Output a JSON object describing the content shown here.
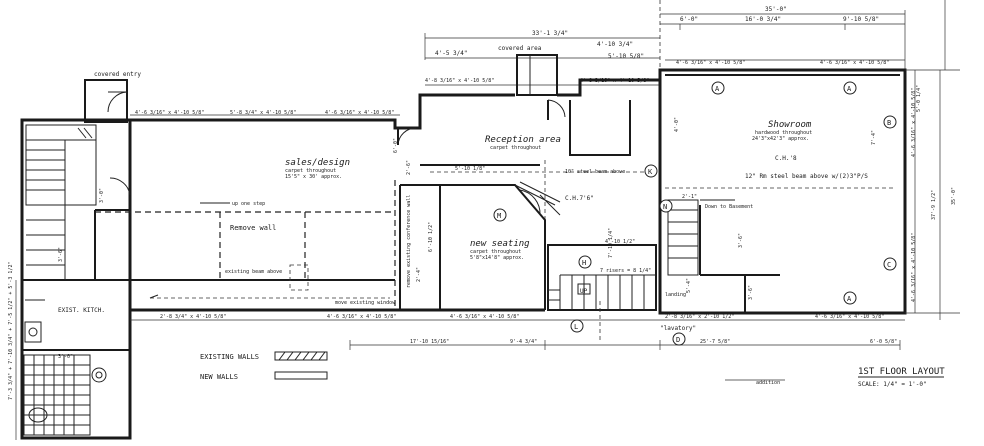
{
  "title": {
    "main": "1ST FLOOR LAYOUT",
    "scale": "SCALE: 1/4\" = 1'-0\""
  },
  "legend": {
    "existing": "EXISTING WALLS",
    "new": "NEW WALLS"
  },
  "rooms": {
    "showroom": "Showroom",
    "showroom_sub1": "hardwood throughout",
    "showroom_sub2": "24'3\"x42'3\" approx.",
    "reception": "Reception area",
    "reception_sub": "carpet throughout",
    "sales": "sales/design",
    "sales_sub1": "carpet throughout",
    "sales_sub2": "15'5\" x 30' approx.",
    "seating": "new seating",
    "seating_sub1": "carpet throughout",
    "seating_sub2": "5'8\"x14'8\" approx.",
    "covered_entry": "covered entry",
    "covered_area": "covered area",
    "kitchen": "EXIST. KITCH.",
    "lavatory": "\"lavatory\""
  },
  "notes": {
    "remove_wall": "Remove wall",
    "up_one_step": "up one step",
    "existing_beam": "existing beam above",
    "move_window": "move existing window",
    "down_basement": "Down to Basement",
    "steel_beam": "12\" Rm steel beam above w/(2)3\"P/S",
    "steel_beam_small": "10\" steel beam above",
    "risers": "7 risers = 8 1/4\"",
    "landing": "landing",
    "addition": "addition",
    "remove_existing": "remove existing conference wall",
    "clh_showroom": "C.H.'8",
    "clh_reception": "C.H.7'6\"",
    "up": "UP"
  },
  "markers": {
    "a": "A",
    "b": "B",
    "c": "C",
    "d": "D",
    "h": "H",
    "k": "K",
    "l": "L",
    "m": "M",
    "n": "N"
  },
  "dimensions": {
    "overall_top": "35'-0\"",
    "top_left": "6'-0\"",
    "top_mid": "16'-0 3/4\"",
    "top_right": "9'-10 5/8\"",
    "reception_top": "33'-1 3/4\"",
    "covered": "5'-10 5/8\"",
    "win1": "4'-5 3/4\"",
    "win2": "4'-10 3/4\"",
    "win3": "4'-8 3/16\" x 4'-10 5/8\"",
    "win4": "4'-8 3/16\" x 4'-10 5/8\"",
    "win5": "4'-6 3/16\" x 4'-10 5/8\"",
    "win6": "4'-6 3/16\" x 4'-10 5/8\"",
    "sales_w1": "4'-6 3/16\" x 4'-10 5/8\"",
    "sales_w2": "5'-8 3/4\" x 4'-10 5/8\"",
    "sales_w3": "4'-6 3/16\" x 4'-10 5/8\"",
    "bottom1": "2'-8 3/4\" x 4'-10 5/8\"",
    "bottom2": "4'-6 3/16\" x 4'-10 5/8\"",
    "bottom3": "4'-6 3/16\" x 4'-10 5/8\"",
    "bottom4": "2'-8 3/16\" x 2'-10 1/2\"",
    "bottom5": "4'-6 3/16\" x 4'-10 5/8\"",
    "bottom_run1": "17'-10 15/16\"",
    "bottom_run2": "9'-4 3/4\"",
    "bottom_run3": "25'-7 5/8\"",
    "bottom_run4": "6'-0 5/8\"",
    "right_side1": "5'-0 1/4\"",
    "right_side2": "4'-6 3/16\" x 4'-10 5/8\"",
    "right_side3": "37'-9 1/2\"",
    "right_side4": "4'-6 3/16\" x 4'-10 5/8\"",
    "right_overall": "35'-0\"",
    "left_stack": "7'-3 3/4\" + 7'-10 3/4\" + 7'-5 1/2\" + 5'-3 1/2\"",
    "door1": "3'-0\"",
    "door2": "3'-0\"",
    "door3": "2'-6\"",
    "stair": "3'-6\"",
    "seat_w": "5'-10 1/8\"",
    "ch1": "6'-0\"",
    "ch2": "6'-10 1/2\"",
    "m1": "4'-10 1/2\"",
    "m2": "7'-10 1/4\"",
    "m3": "3'-6\"",
    "m4": "3'-6\"",
    "m5": "2'-1\"",
    "m6": "4'-0\"",
    "m7": "7'-4\"",
    "m8": "2'-4\"",
    "m9": "5'-4\""
  }
}
